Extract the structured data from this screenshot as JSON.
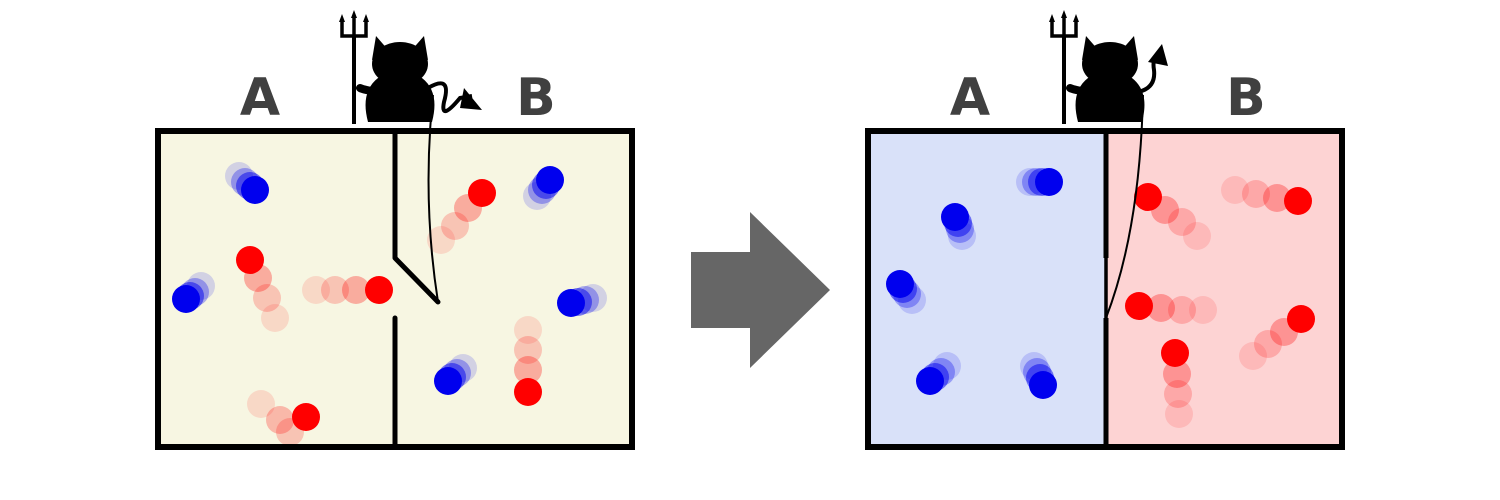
{
  "left_panel": {
    "chamber_a_label": "A",
    "chamber_b_label": "B",
    "fill_color": "#f7f6e2",
    "door_state": "open",
    "chamber_a_particles": [
      "blue",
      "red",
      "blue",
      "red",
      "red"
    ],
    "chamber_b_particles": [
      "red",
      "blue",
      "blue",
      "blue",
      "red"
    ]
  },
  "right_panel": {
    "chamber_a_label": "A",
    "chamber_b_label": "B",
    "chamber_a_color": "#d9e1f9",
    "chamber_b_color": "#fdd3d3",
    "door_state": "closed",
    "chamber_a_particles": [
      "blue",
      "blue",
      "blue",
      "blue",
      "blue"
    ],
    "chamber_b_particles": [
      "red",
      "red",
      "red",
      "red",
      "red"
    ]
  },
  "arrow": {
    "color": "#666666",
    "direction": "right"
  },
  "colors": {
    "wall": "#000000",
    "hot_particle": "#ff0000",
    "cold_particle": "#0000ee",
    "demon": "#000000"
  },
  "icons": [
    "demon-cat-icon",
    "trident-icon"
  ]
}
